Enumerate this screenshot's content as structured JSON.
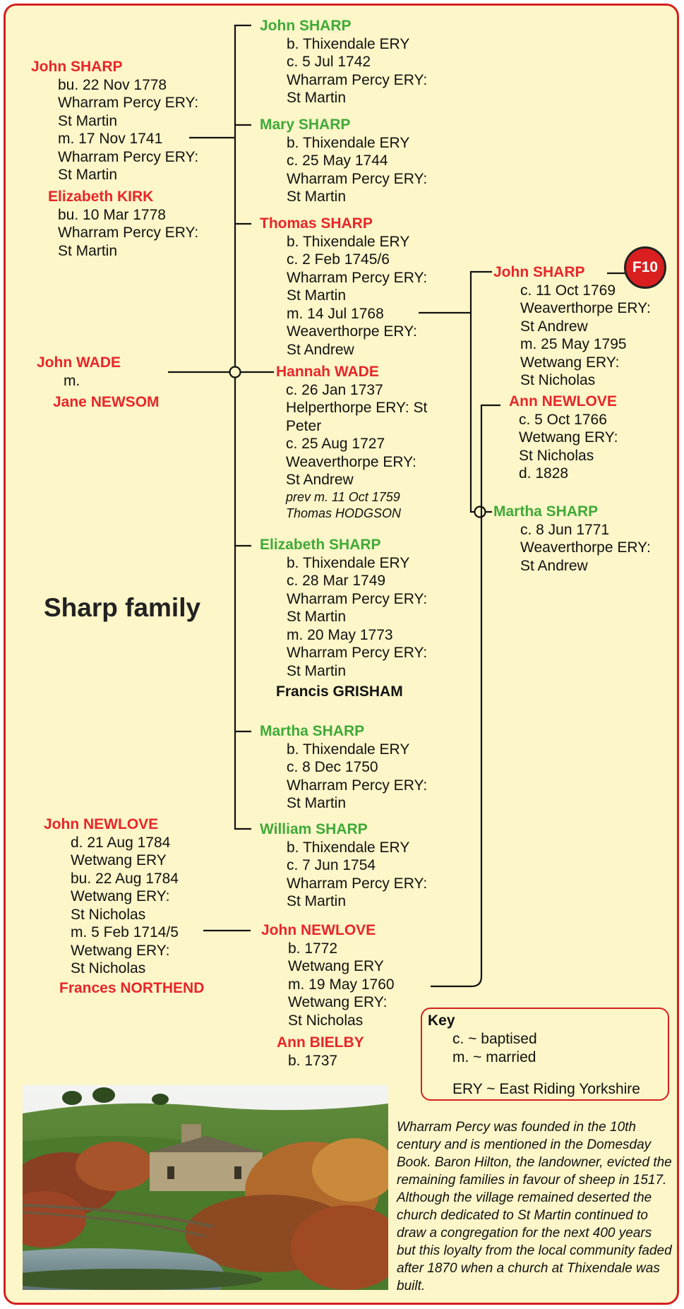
{
  "title": "Sharp family",
  "badge": "F10",
  "people": [
    {
      "id": "john_sharp_sr",
      "name": "John SHARP",
      "color": "red",
      "lines": [
        "bu. 22 Nov 1778",
        "Wharram Percy ERY:",
        "St Martin",
        "m. 17 Nov 1741",
        "Wharram Percy ERY:",
        "St Martin"
      ]
    },
    {
      "id": "elizabeth_kirk",
      "name": "Elizabeth KIRK",
      "color": "red",
      "lines": [
        "bu. 10 Mar 1778",
        "Wharram Percy ERY:",
        "St Martin"
      ]
    },
    {
      "id": "john_wade",
      "name": "John WADE",
      "color": "red",
      "lines": [
        "m."
      ]
    },
    {
      "id": "jane_newsom",
      "name": "Jane NEWSOM",
      "color": "red",
      "lines": []
    },
    {
      "id": "john_newlove_sr",
      "name": "John NEWLOVE",
      "color": "red",
      "lines": [
        "d. 21 Aug 1784",
        "Wetwang ERY",
        "bu. 22 Aug 1784",
        "Wetwang ERY:",
        "St Nicholas",
        "m. 5 Feb 1714/5",
        "Wetwang ERY:",
        "St Nicholas"
      ]
    },
    {
      "id": "frances_northend",
      "name": "Frances NORTHEND",
      "color": "red",
      "lines": []
    },
    {
      "id": "john_sharp_1742",
      "name": "John SHARP",
      "color": "green",
      "lines": [
        "b. Thixendale ERY",
        "c. 5 Jul 1742",
        "Wharram Percy ERY:",
        "St Martin"
      ]
    },
    {
      "id": "mary_sharp",
      "name": "Mary SHARP",
      "color": "green",
      "lines": [
        "b. Thixendale ERY",
        "c. 25 May 1744",
        "Wharram Percy ERY:",
        "St Martin"
      ]
    },
    {
      "id": "thomas_sharp",
      "name": "Thomas SHARP",
      "color": "red",
      "lines": [
        "b. Thixendale ERY",
        "c. 2 Feb 1745/6",
        "Wharram Percy ERY:",
        "St Martin",
        "m. 14 Jul 1768",
        "Weaverthorpe ERY:",
        "St Andrew"
      ]
    },
    {
      "id": "hannah_wade",
      "name": "Hannah WADE",
      "color": "red",
      "lines": [
        "c. 26 Jan 1737",
        "Helperthorpe ERY: St",
        "Peter",
        "c. 25 Aug 1727",
        "Weaverthorpe ERY:",
        "St Andrew"
      ],
      "note": [
        "prev m. 11 Oct 1759",
        "Thomas HODGSON"
      ]
    },
    {
      "id": "elizabeth_sharp",
      "name": "Elizabeth SHARP",
      "color": "green",
      "lines": [
        "b. Thixendale ERY",
        "c. 28 Mar 1749",
        "Wharram Percy ERY:",
        "St Martin",
        "m. 20 May 1773",
        "Wharram Percy ERY:",
        "St Martin"
      ]
    },
    {
      "id": "francis_grisham",
      "name": "Francis GRISHAM",
      "color": "black",
      "lines": []
    },
    {
      "id": "martha_sharp_1750",
      "name": "Martha SHARP",
      "color": "green",
      "lines": [
        "b. Thixendale ERY",
        "c. 8 Dec 1750",
        "Wharram Percy ERY:",
        "St Martin"
      ]
    },
    {
      "id": "william_sharp",
      "name": "William SHARP",
      "color": "green",
      "lines": [
        "b. Thixendale ERY",
        "c. 7 Jun 1754",
        "Wharram Percy ERY:",
        "St Martin"
      ]
    },
    {
      "id": "john_newlove_jr",
      "name": "John NEWLOVE",
      "color": "red",
      "lines": [
        "b. 1772",
        "Wetwang ERY",
        "m. 19 May 1760",
        "Wetwang ERY:",
        "St Nicholas"
      ]
    },
    {
      "id": "ann_bielby",
      "name": "Ann BIELBY",
      "color": "red",
      "lines": [
        "b. 1737"
      ]
    },
    {
      "id": "john_sharp_1769",
      "name": "John SHARP",
      "color": "red",
      "lines": [
        "c. 11 Oct 1769",
        "Weaverthorpe ERY:",
        "St Andrew",
        "m. 25 May 1795",
        "Wetwang ERY:",
        "St Nicholas"
      ]
    },
    {
      "id": "ann_newlove",
      "name": "Ann NEWLOVE",
      "color": "red",
      "lines": [
        "c. 5 Oct 1766",
        "Wetwang ERY:",
        "St Nicholas",
        "d. 1828"
      ]
    },
    {
      "id": "martha_sharp_1771",
      "name": "Martha SHARP",
      "color": "green",
      "lines": [
        "c. 8 Jun 1771",
        "Weaverthorpe ERY:",
        "St Andrew"
      ]
    }
  ],
  "key": {
    "title": "Key",
    "items": [
      "c. ~ baptised",
      "m. ~ married",
      "ERY ~ East Riding Yorkshire"
    ]
  },
  "caption": "Wharram Percy was founded in the 10th century and is mentioned in the Domesday Book. Baron Hilton, the landowner, evicted the remaining families in favour of sheep in 1517. Although the village remained deserted the church dedicated to St Martin continued to draw a congregation for the next 400 years but this loyalty from the local community faded after 1870 when a church at Thixendale was built.",
  "colors": {
    "red": "#e8262a",
    "green": "#3faa38",
    "frame": "#d42020",
    "background": "#fdf6c8"
  }
}
